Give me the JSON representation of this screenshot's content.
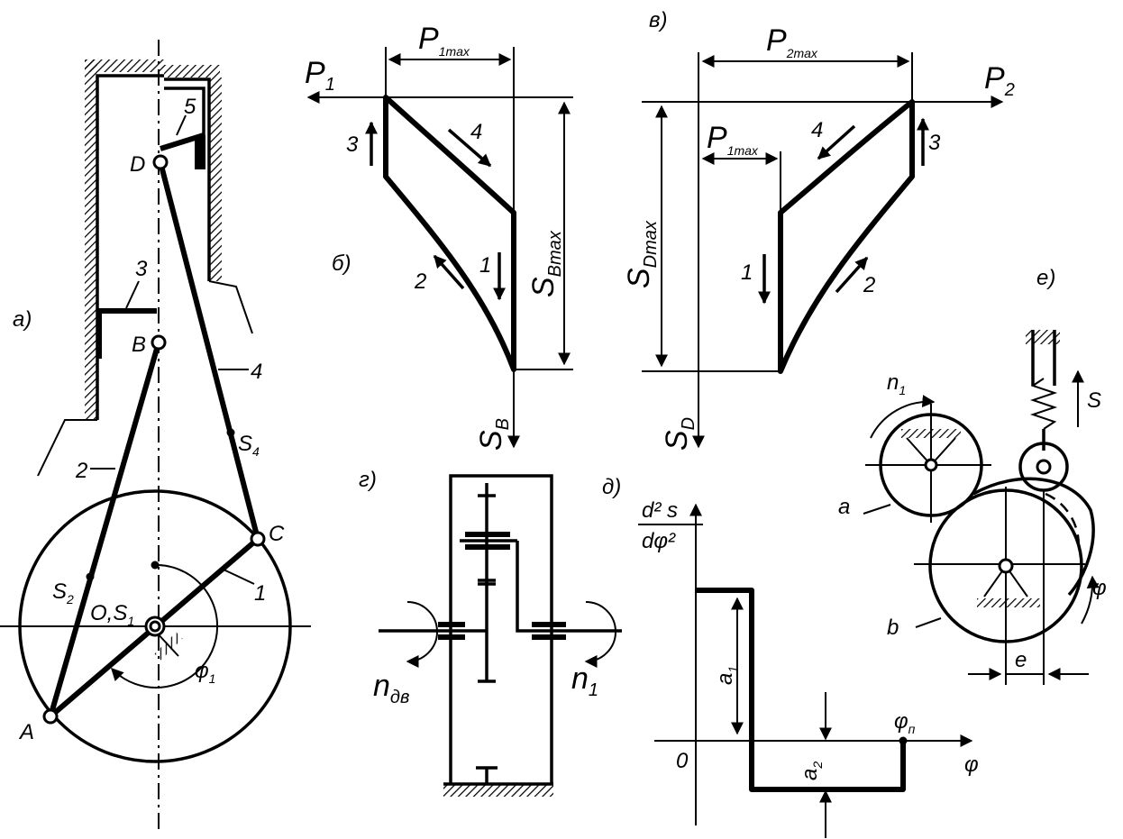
{
  "panels": {
    "a": "а)",
    "b": "б)",
    "v": "в)",
    "g": "г)",
    "d": "д)",
    "e": "е)"
  },
  "mechanism": {
    "point_D": "D",
    "point_B": "B",
    "point_C": "C",
    "point_A": "A",
    "link_1": "1",
    "link_2": "2",
    "link_3": "3",
    "link_4": "4",
    "link_5": "5",
    "S2": "S",
    "S2_sub": "2",
    "S4": "S",
    "S4_sub": "4",
    "OS1": "O,S",
    "OS1_sub": "1",
    "phi1": "φ",
    "phi1_sub": "1"
  },
  "diagram_b": {
    "P_label": "P",
    "P_sub": "1",
    "Pmax_label": "P",
    "Pmax_sub": "1max",
    "Smax_label": "S",
    "Smax_sub": "Bmax",
    "S_axis": "S",
    "S_axis_sub": "B",
    "stage_1": "1",
    "stage_2": "2",
    "stage_3": "3",
    "stage_4": "4"
  },
  "diagram_v": {
    "P_label": "P",
    "P_sub": "2",
    "P2max_label": "P",
    "P2max_sub": "2max",
    "P1max_label": "P",
    "P1max_sub": "1max",
    "Smax_label": "S",
    "Smax_sub": "Dmax",
    "S_axis": "S",
    "S_axis_sub": "D",
    "stage_1": "1",
    "stage_2": "2",
    "stage_3": "3",
    "stage_4": "4"
  },
  "gearbox": {
    "n_in": "n",
    "n_in_sub": "дв",
    "n_out": "n",
    "n_out_sub": "1"
  },
  "acceleration": {
    "y_num": "d² s",
    "y_den": "dφ²",
    "origin": "0",
    "a1": "a",
    "a1_sub": "1",
    "a2": "a",
    "a2_sub": "2",
    "phi_p": "φ",
    "phi_p_sub": "п",
    "x_axis": "φ"
  },
  "cam": {
    "n1": "n",
    "n1_sub": "1",
    "S": "S",
    "a": "a",
    "b": "b",
    "e": "e",
    "phi": "φ"
  }
}
